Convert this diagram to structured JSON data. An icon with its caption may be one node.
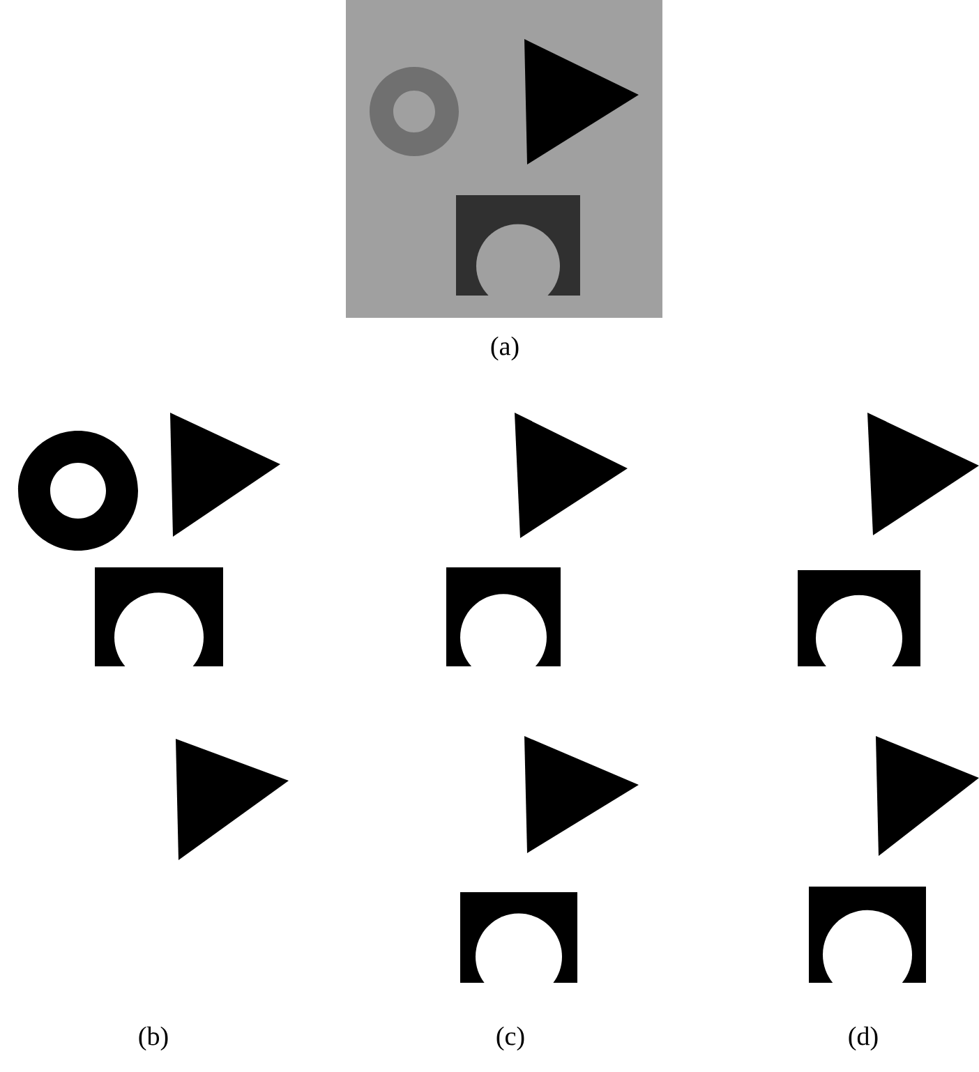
{
  "diagram": {
    "labels": [
      "(a)",
      "(b)",
      "(c)",
      "(d)"
    ]
  }
}
